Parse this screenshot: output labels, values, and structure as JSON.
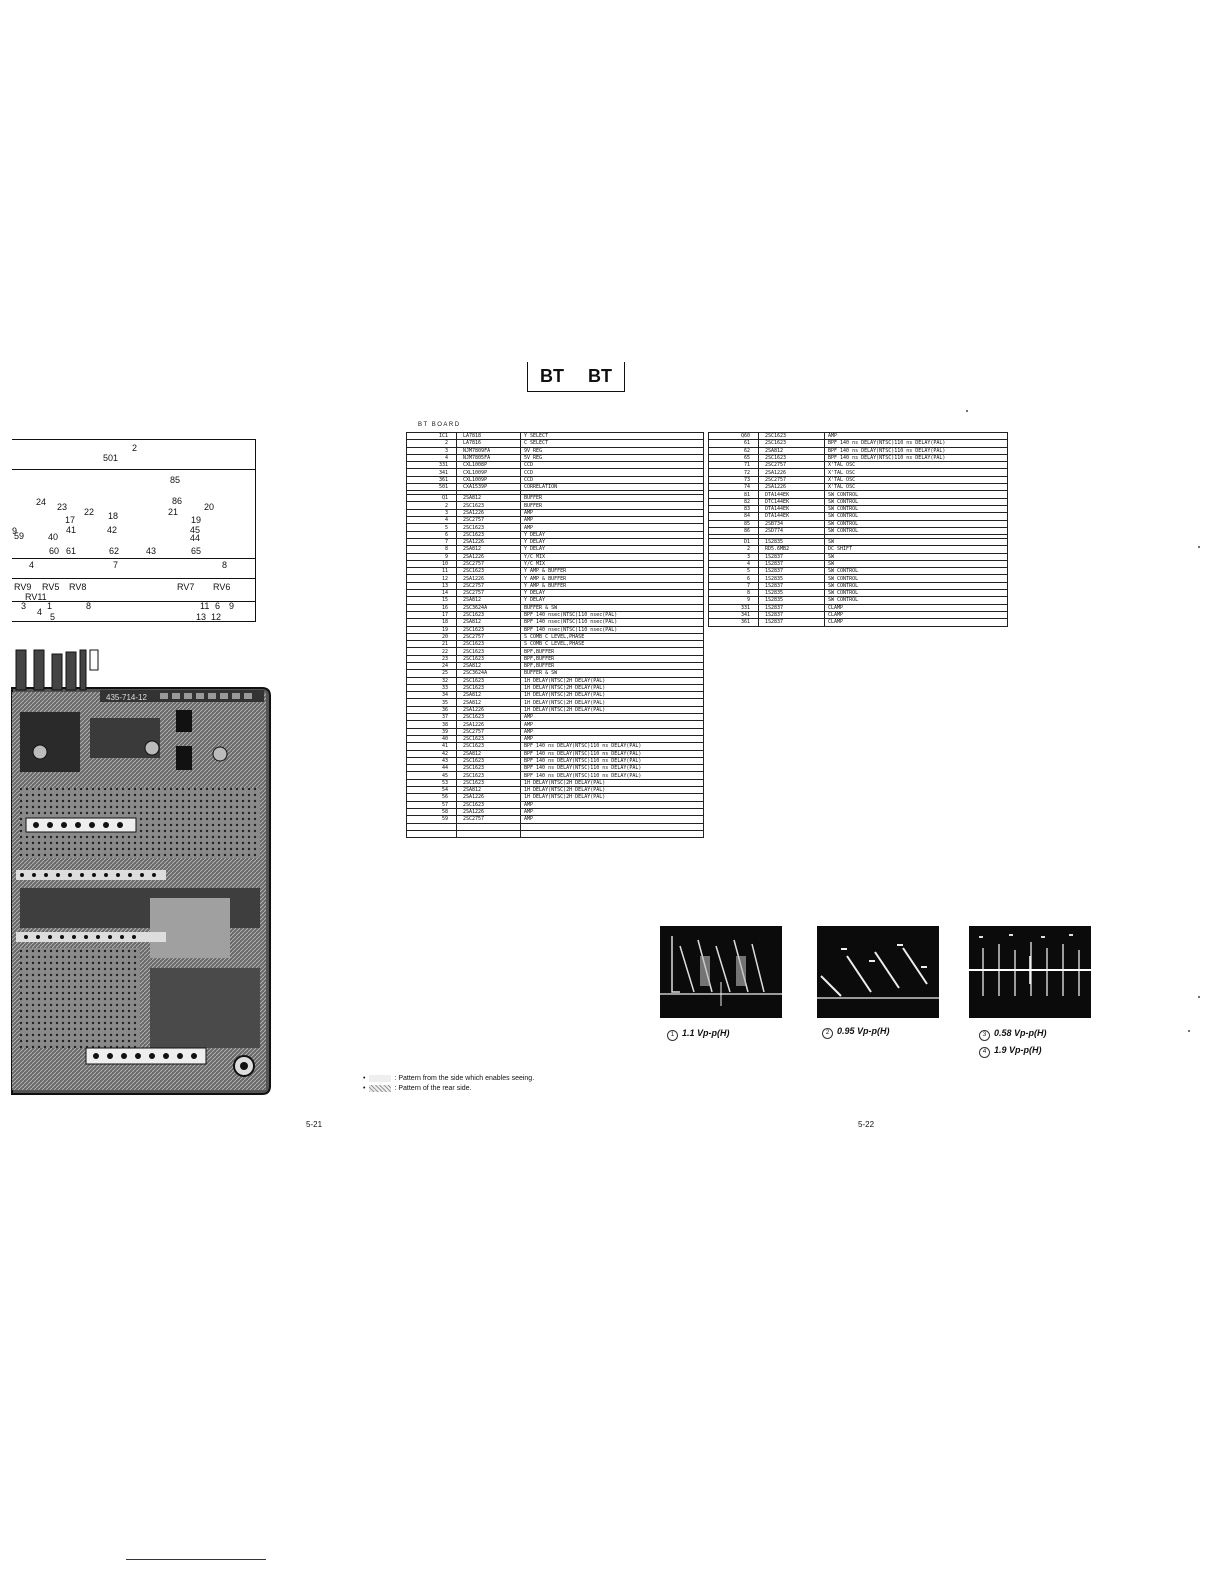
{
  "header": {
    "title_left": "BT",
    "title_right": "BT"
  },
  "board_label": "BT BOARD",
  "location_grid": {
    "numbers": [
      "2",
      "501",
      "85",
      "24",
      "23",
      "22",
      "18",
      "86",
      "21",
      "20",
      "17",
      "19",
      "9",
      "41",
      "42",
      "45",
      "59",
      "40",
      "44",
      "60",
      "61",
      "62",
      "43",
      "65",
      "4",
      "7",
      "8",
      "RV9",
      "RV5",
      "RV8",
      "RV7",
      "RV6",
      "RV11",
      "3",
      "1",
      "8",
      "11",
      "6",
      "9",
      "4",
      "5",
      "13",
      "12"
    ]
  },
  "pcb": {
    "label": "435-714-12"
  },
  "parts_left": [
    [
      "IC1",
      "LA7818",
      "Y SELECT"
    ],
    [
      "2",
      "LA7816",
      "C SELECT"
    ],
    [
      "3",
      "NJM7809FA",
      "9V REG"
    ],
    [
      "4",
      "NJM7805FA",
      "5V REG"
    ],
    [
      "331",
      "CXL1008P",
      "CCD"
    ],
    [
      "341",
      "CXL1009P",
      "CCD"
    ],
    [
      "361",
      "CXL1009P",
      "CCD"
    ],
    [
      "501",
      "CXA1539P",
      "CORRELATION"
    ],
    null,
    [
      "Q1",
      "2SA812",
      "BUFFER"
    ],
    [
      "2",
      "2SC1623",
      "BUFFER"
    ],
    [
      "3",
      "2SA1226",
      "AMP"
    ],
    [
      "4",
      "2SC2757",
      "AMP"
    ],
    [
      "5",
      "2SC1623",
      "AMP"
    ],
    [
      "6",
      "2SC1623",
      "Y DELAY"
    ],
    [
      "7",
      "2SA1226",
      "Y DELAY"
    ],
    [
      "8",
      "2SA812",
      "Y DELAY"
    ],
    [
      "9",
      "2SA1226",
      "Y/C MIX"
    ],
    [
      "10",
      "2SC2757",
      "Y/C MIX"
    ],
    [
      "11",
      "2SC1623",
      "Y AMP & BUFFER"
    ],
    [
      "12",
      "2SA1226",
      "Y AMP & BUFFER"
    ],
    [
      "13",
      "2SC2757",
      "Y AMP & BUFFER"
    ],
    [
      "14",
      "2SC2757",
      "Y DELAY"
    ],
    [
      "15",
      "2SA812",
      "Y DELAY"
    ],
    [
      "16",
      "2SC3624A",
      "BUFFER & SW"
    ],
    [
      "17",
      "2SC1623",
      "BPF 140 nsec(NTSC)110 nsec(PAL)"
    ],
    [
      "18",
      "2SA812",
      "BPF 140 nsec(NTSC)110 nsec(PAL)"
    ],
    [
      "19",
      "2SC1623",
      "BPF 140 nsec(NTSC)110 nsec(PAL)"
    ],
    [
      "20",
      "2SC2757",
      "S COMB C LEVEL,PHASE"
    ],
    [
      "21",
      "2SC1623",
      "S COMB C LEVEL,PHASE"
    ],
    [
      "22",
      "2SC1623",
      "BPF,BUFFER"
    ],
    [
      "23",
      "2SC1623",
      "BPF,BUFFER"
    ],
    [
      "24",
      "2SA812",
      "BPF,BUFFER"
    ],
    [
      "25",
      "2SC3624A",
      "BUFFER & SW"
    ],
    [
      "32",
      "2SC1623",
      "1H DELAY(NTSC)2H DELAY(PAL)"
    ],
    [
      "33",
      "2SC1623",
      "1H DELAY(NTSC)2H DELAY(PAL)"
    ],
    [
      "34",
      "2SA812",
      "1H DELAY(NTSC)2H DELAY(PAL)"
    ],
    [
      "35",
      "2SA812",
      "1H DELAY(NTSC)2H DELAY(PAL)"
    ],
    [
      "36",
      "2SA1226",
      "1H DELAY(NTSC)2H DELAY(PAL)"
    ],
    [
      "37",
      "2SC1623",
      "AMP"
    ],
    [
      "38",
      "2SA1226",
      "AMP"
    ],
    [
      "39",
      "2SC2757",
      "AMP"
    ],
    [
      "40",
      "2SC1623",
      "AMP"
    ],
    [
      "41",
      "2SC1623",
      "BPF 140 ns DELAY(NTSC)110 ns DELAY(PAL)"
    ],
    [
      "42",
      "2SA812",
      "BPF 140 ns DELAY(NTSC)110 ns DELAY(PAL)"
    ],
    [
      "43",
      "2SC1623",
      "BPF 140 ns DELAY(NTSC)110 ns DELAY(PAL)"
    ],
    [
      "44",
      "2SC1623",
      "BPF 140 ns DELAY(NTSC)110 ns DELAY(PAL)"
    ],
    [
      "45",
      "2SC1623",
      "BPF 140 ns DELAY(NTSC)110 ns DELAY(PAL)"
    ],
    [
      "53",
      "2SC1623",
      "1H DELAY(NTSC)2H DELAY(PAL)"
    ],
    [
      "54",
      "2SA812",
      "1H DELAY(NTSC)2H DELAY(PAL)"
    ],
    [
      "56",
      "2SA1226",
      "1H DELAY(NTSC)2H DELAY(PAL)"
    ],
    [
      "57",
      "2SC1623",
      "AMP"
    ],
    [
      "58",
      "2SA1226",
      "AMP"
    ],
    [
      "59",
      "2SC2757",
      "AMP"
    ],
    [
      "",
      "",
      " "
    ],
    [
      "",
      "",
      " "
    ]
  ],
  "parts_right": [
    [
      "Q60",
      "2SC1623",
      "AMP"
    ],
    [
      "61",
      "2SC1623",
      "BPF 140 ns DELAY(NTSC)110 ns DELAY(PAL)"
    ],
    [
      "62",
      "2SA812",
      "BPF 140 ns DELAY(NTSC)110 ns DELAY(PAL)"
    ],
    [
      "65",
      "2SC1623",
      "BPF 140 ns DELAY(NTSC)110 ns DELAY(PAL)"
    ],
    [
      "71",
      "2SC2757",
      "X'TAL OSC"
    ],
    [
      "72",
      "2SA1226",
      "X'TAL OSC"
    ],
    [
      "73",
      "2SC2757",
      "X'TAL OSC"
    ],
    [
      "74",
      "2SA1226",
      "X'TAL OSC"
    ],
    [
      "81",
      "DTA144EK",
      "SW CONTROL"
    ],
    [
      "82",
      "DTC144EK",
      "SW CONTROL"
    ],
    [
      "83",
      "DTA144EK",
      "SW CONTROL"
    ],
    [
      "84",
      "DTA144EK",
      "SW CONTROL"
    ],
    [
      "85",
      "2SB734",
      "SW CONTROL"
    ],
    [
      "86",
      "2SD774",
      "SW CONTROL"
    ],
    null,
    [
      "D1",
      "1S2835",
      "SW"
    ],
    [
      "2",
      "RD5.6MB2",
      "DC SHIFT"
    ],
    [
      "3",
      "1S2837",
      "SW"
    ],
    [
      "4",
      "1S2837",
      "SW"
    ],
    [
      "5",
      "1S2837",
      "SW CONTROL"
    ],
    [
      "6",
      "1S2835",
      "SW CONTROL"
    ],
    [
      "7",
      "1S2837",
      "SW CONTROL"
    ],
    [
      "8",
      "1S2835",
      "SW CONTROL"
    ],
    [
      "9",
      "1S2835",
      "SW CONTROL"
    ],
    [
      "331",
      "1S2837",
      "CLAMP"
    ],
    [
      "341",
      "1S2837",
      "CLAMP"
    ],
    [
      "361",
      "1S2837",
      "CLAMP"
    ]
  ],
  "waveforms": [
    {
      "num": "1",
      "label": "1.1 Vp-p(H)"
    },
    {
      "num": "2",
      "label": "0.95 Vp-p(H)"
    },
    {
      "num": "3",
      "label": "0.58 Vp-p(H)"
    },
    {
      "num": "4",
      "label": "1.9 Vp-p(H)"
    }
  ],
  "legend": [
    {
      "text": ": Pattern from the side which enables seeing."
    },
    {
      "text": ": Pattern of the rear side."
    }
  ],
  "page_numbers": {
    "left": "5-21",
    "right": "5-22"
  }
}
